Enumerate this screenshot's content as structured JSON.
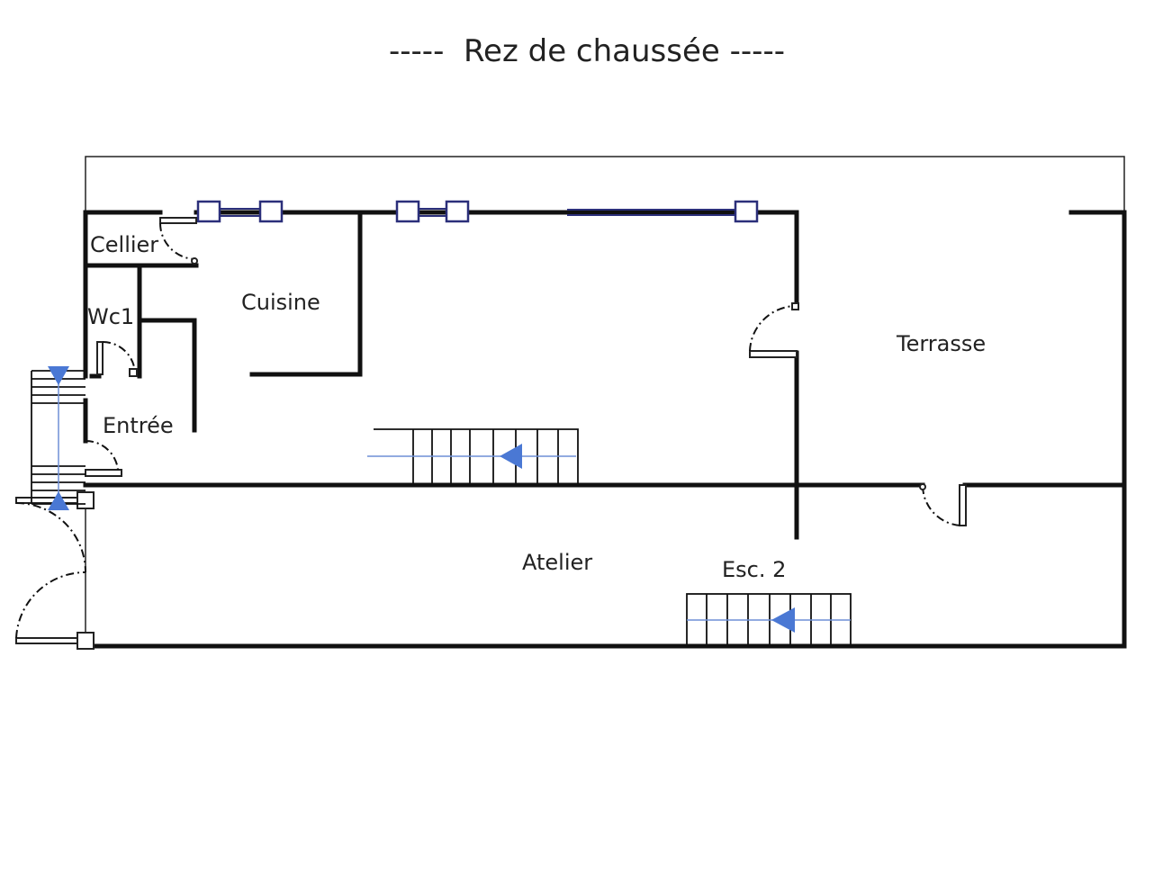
{
  "title": "-----  Rez de chaussée -----",
  "rooms": {
    "cellier": "Cellier",
    "wc": "Wc1",
    "cuisine": "Cuisine",
    "entree": "Entrée",
    "terrasse": "Terrasse",
    "atelier": "Atelier",
    "escalier": "Esc. 2"
  },
  "colors": {
    "walls": "#111111",
    "windows": "#2b2f7a",
    "stair_arrows": "#4a78d4"
  }
}
